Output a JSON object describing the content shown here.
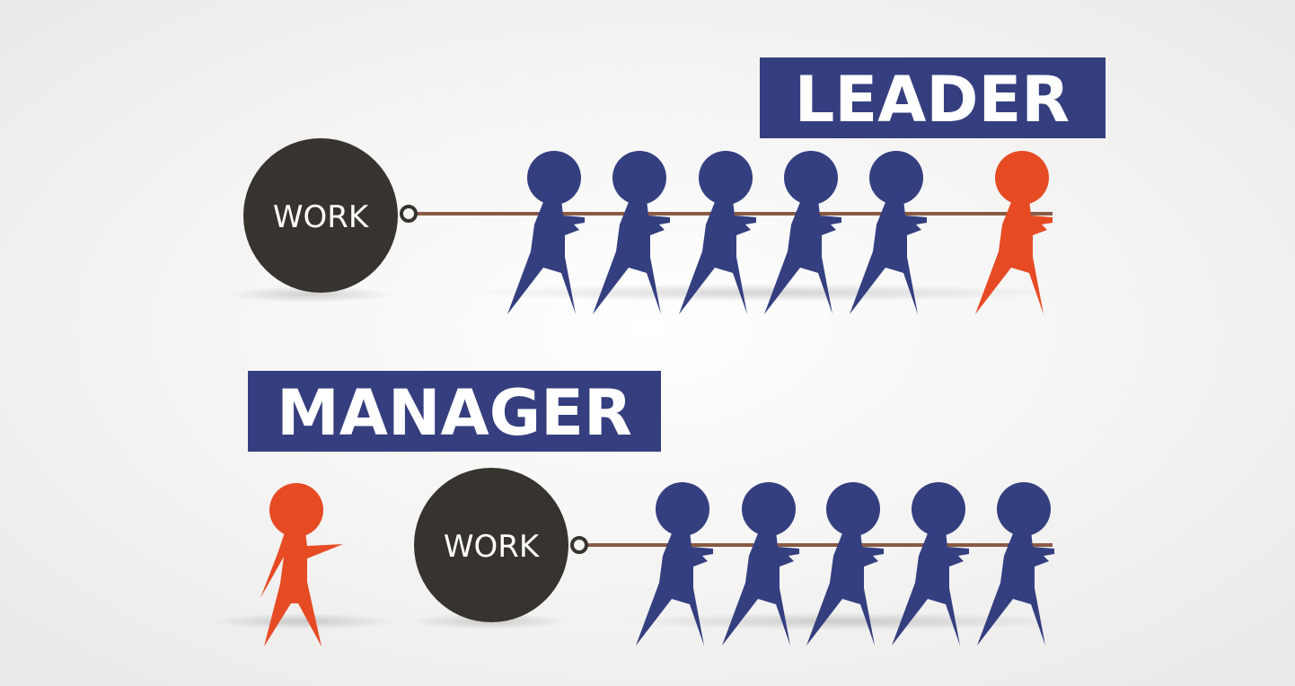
{
  "colors": {
    "banner": "#353f7f",
    "team_member": "#343f80",
    "person_highlight": "#e64b24",
    "ball": "#37332e",
    "rope": "#8a5a44",
    "background": "#f4f3f2"
  },
  "leader_scene": {
    "label": "LEADER",
    "ball_label": "WORK",
    "team_count": 5,
    "highlight_position": "front-pulling"
  },
  "manager_scene": {
    "label": "MANAGER",
    "ball_label": "WORK",
    "team_count": 5,
    "highlight_position": "behind-pointing"
  }
}
